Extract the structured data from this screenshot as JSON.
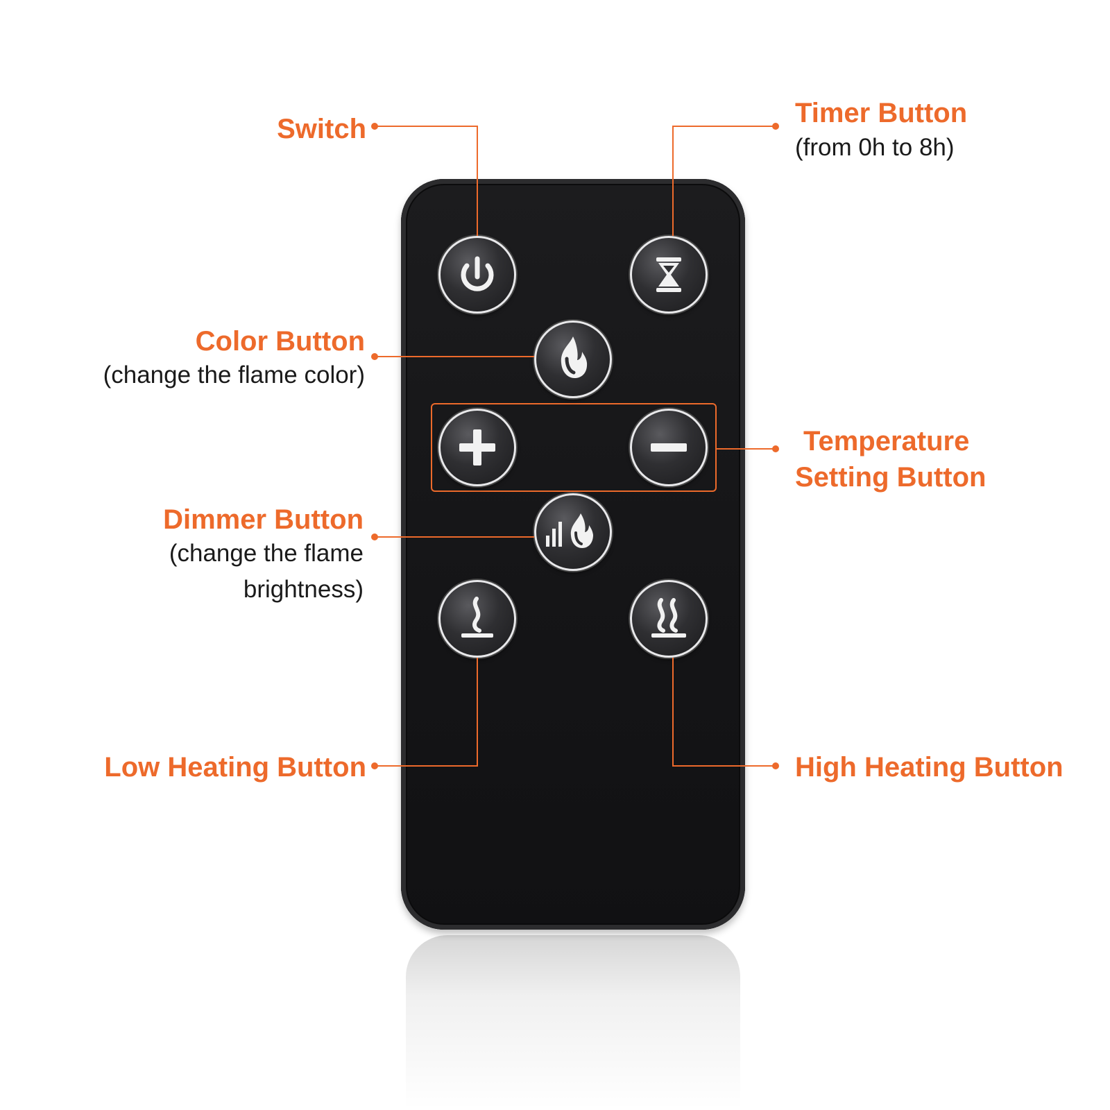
{
  "colors": {
    "accent": "#ed6a2b",
    "remote_body": "#151517",
    "icon": "#f2f2f2"
  },
  "labels": {
    "switch": {
      "title": "Switch"
    },
    "timer": {
      "title": "Timer Button",
      "sub": "(from 0h to 8h)"
    },
    "color": {
      "title": "Color Button",
      "sub": "(change the flame color)"
    },
    "temperature": {
      "title_line1": "Temperature",
      "title_line2": "Setting Button"
    },
    "dimmer": {
      "title": "Dimmer Button",
      "sub_line1": "(change the flame",
      "sub_line2": "brightness)"
    },
    "low_heat": {
      "title": "Low Heating Button"
    },
    "high_heat": {
      "title": "High Heating Button"
    }
  },
  "buttons": [
    "power-icon",
    "hourglass-icon",
    "flame-icon",
    "plus-icon",
    "minus-icon",
    "brightness-flame-icon",
    "single-heat-wave-icon",
    "double-heat-wave-icon"
  ]
}
